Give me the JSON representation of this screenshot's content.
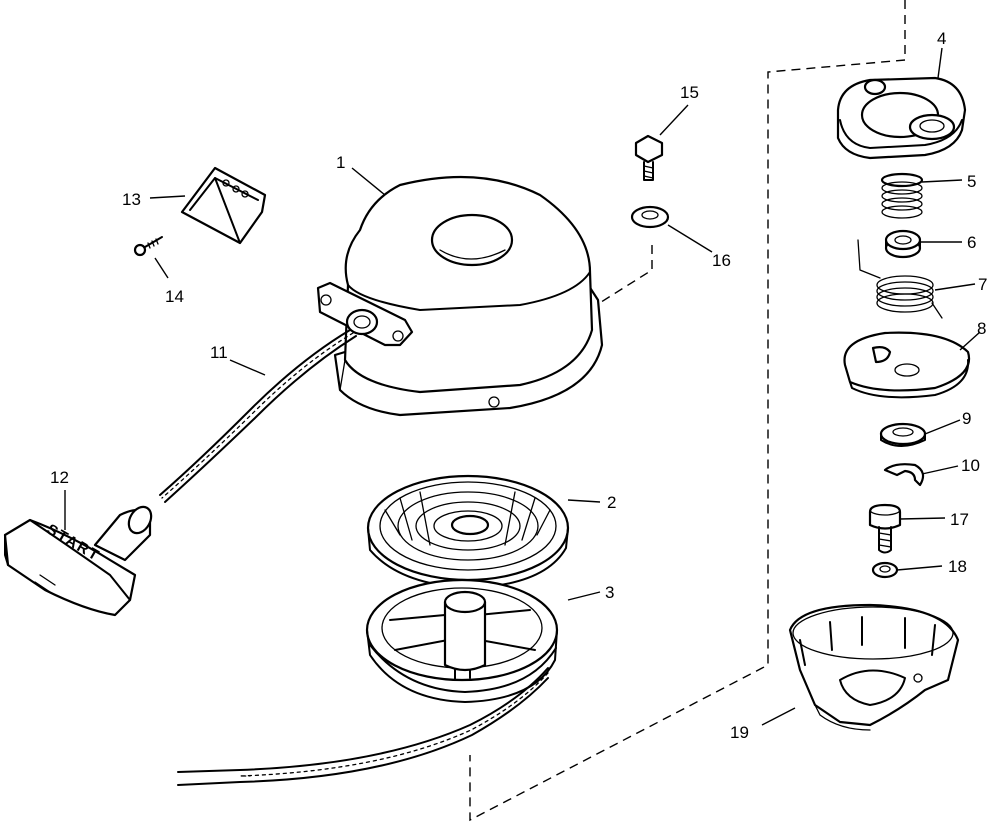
{
  "diagram": {
    "handle_text": "START",
    "callouts": [
      {
        "id": "1",
        "label": "1"
      },
      {
        "id": "2",
        "label": "2"
      },
      {
        "id": "3",
        "label": "3"
      },
      {
        "id": "4",
        "label": "4"
      },
      {
        "id": "5",
        "label": "5"
      },
      {
        "id": "6",
        "label": "6"
      },
      {
        "id": "7",
        "label": "7"
      },
      {
        "id": "8",
        "label": "8"
      },
      {
        "id": "9",
        "label": "9"
      },
      {
        "id": "10",
        "label": "10"
      },
      {
        "id": "11",
        "label": "11"
      },
      {
        "id": "12",
        "label": "12"
      },
      {
        "id": "13",
        "label": "13"
      },
      {
        "id": "14",
        "label": "14"
      },
      {
        "id": "15",
        "label": "15"
      },
      {
        "id": "16",
        "label": "16"
      },
      {
        "id": "17",
        "label": "17"
      },
      {
        "id": "18",
        "label": "18"
      },
      {
        "id": "19",
        "label": "19"
      }
    ]
  }
}
